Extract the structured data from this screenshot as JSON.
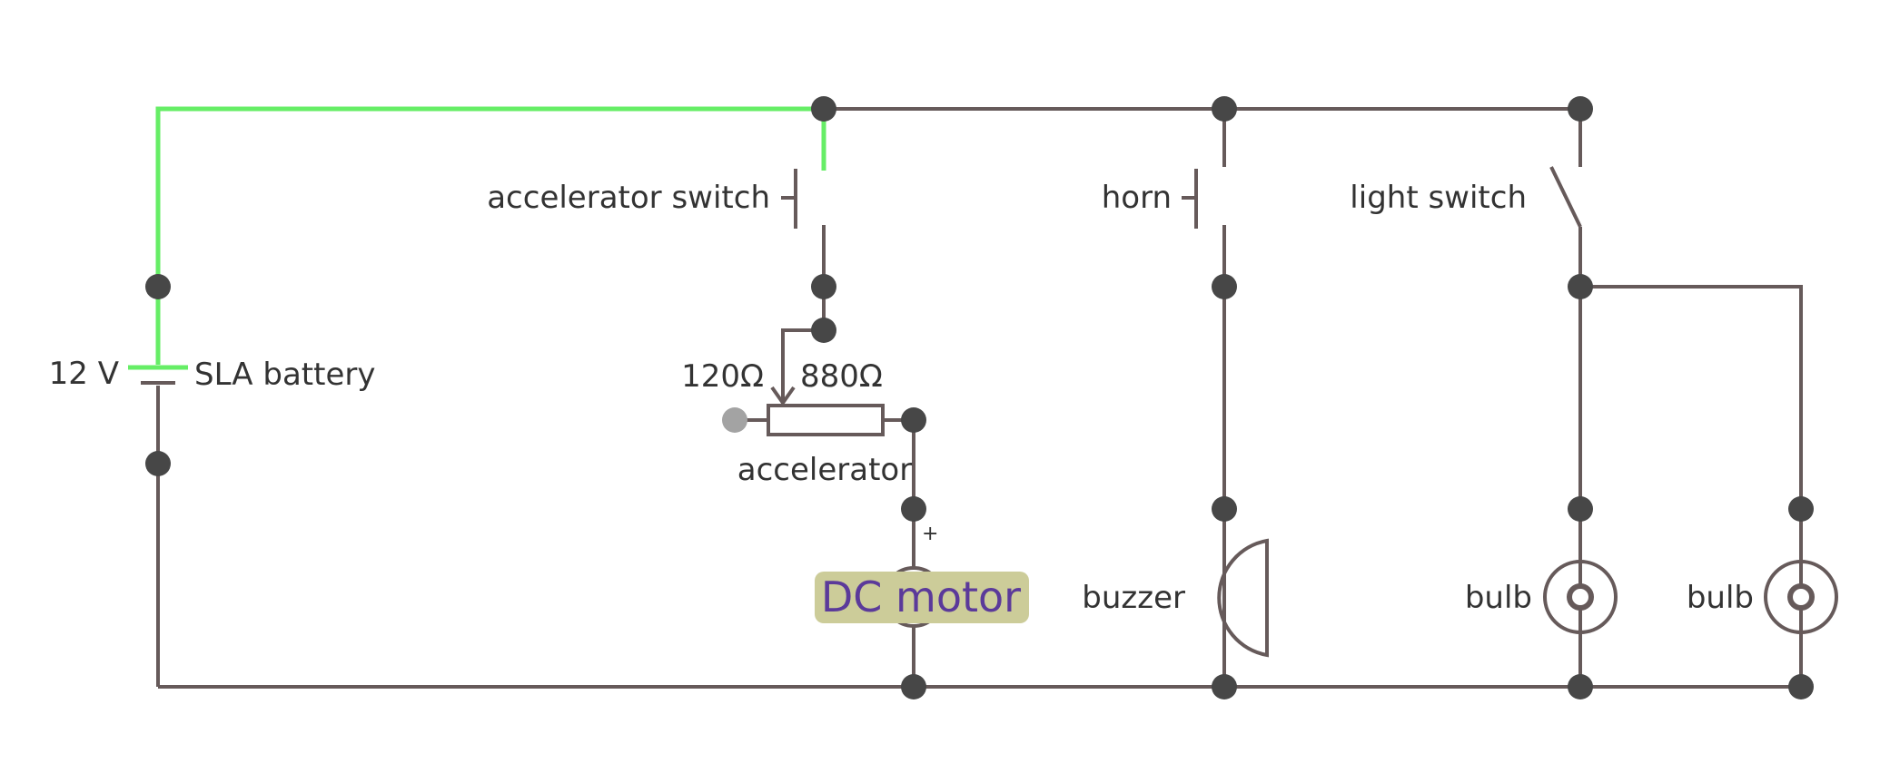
{
  "diagram": {
    "battery": {
      "voltage": "12 V",
      "name": "SLA battery"
    },
    "accelerator_switch": {
      "label": "accelerator switch"
    },
    "potentiometer": {
      "name": "accelerator",
      "left_value": "120Ω",
      "right_value": "880Ω"
    },
    "motor": {
      "label": "DC motor",
      "polarity": "+"
    },
    "horn": {
      "label": "horn"
    },
    "buzzer": {
      "label": "buzzer"
    },
    "light_switch": {
      "label": "light switch"
    },
    "bulbs": [
      {
        "label": "bulb"
      },
      {
        "label": "bulb"
      }
    ],
    "colors": {
      "wire": "#665a5a",
      "live_wire": "#66ee66",
      "node": "#474747",
      "motor_label_bg": "#cccc99",
      "motor_label_text": "#5b3a9a"
    }
  }
}
